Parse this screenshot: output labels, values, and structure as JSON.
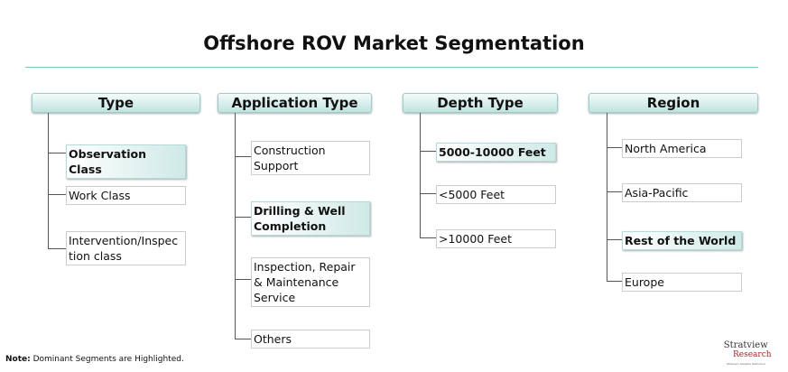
{
  "title": "Offshore ROV Market Segmentation",
  "note": {
    "label": "Note:",
    "text": " Dominant Segments are Highlighted."
  },
  "logo": {
    "line1": "Stratview",
    "line2": "Research",
    "tagline": "Strategic Insights Delivered"
  },
  "colors": {
    "accent": "#bfe3e0",
    "rule": "#7fc4bf"
  },
  "columns": [
    {
      "header": "Type",
      "items": [
        {
          "label": "Observation Class",
          "highlight": true
        },
        {
          "label": "Work Class",
          "highlight": false
        },
        {
          "label": "Intervention/Inspec tion class",
          "highlight": false
        }
      ]
    },
    {
      "header": "Application Type",
      "items": [
        {
          "label": "Construction Support",
          "highlight": false
        },
        {
          "label": "Drilling & Well Completion",
          "highlight": true
        },
        {
          "label": "Inspection, Repair & Maintenance Service",
          "highlight": false
        },
        {
          "label": "Others",
          "highlight": false
        }
      ]
    },
    {
      "header": "Depth Type",
      "items": [
        {
          "label": "5000-10000 Feet",
          "highlight": true
        },
        {
          "label": "<5000 Feet",
          "highlight": false
        },
        {
          "label": ">10000 Feet",
          "highlight": false
        }
      ]
    },
    {
      "header": "Region",
      "items": [
        {
          "label": "North America",
          "highlight": false
        },
        {
          "label": "Asia-Pacific",
          "highlight": false
        },
        {
          "label": "Rest of the World",
          "highlight": true
        },
        {
          "label": "Europe",
          "highlight": false
        }
      ]
    }
  ]
}
